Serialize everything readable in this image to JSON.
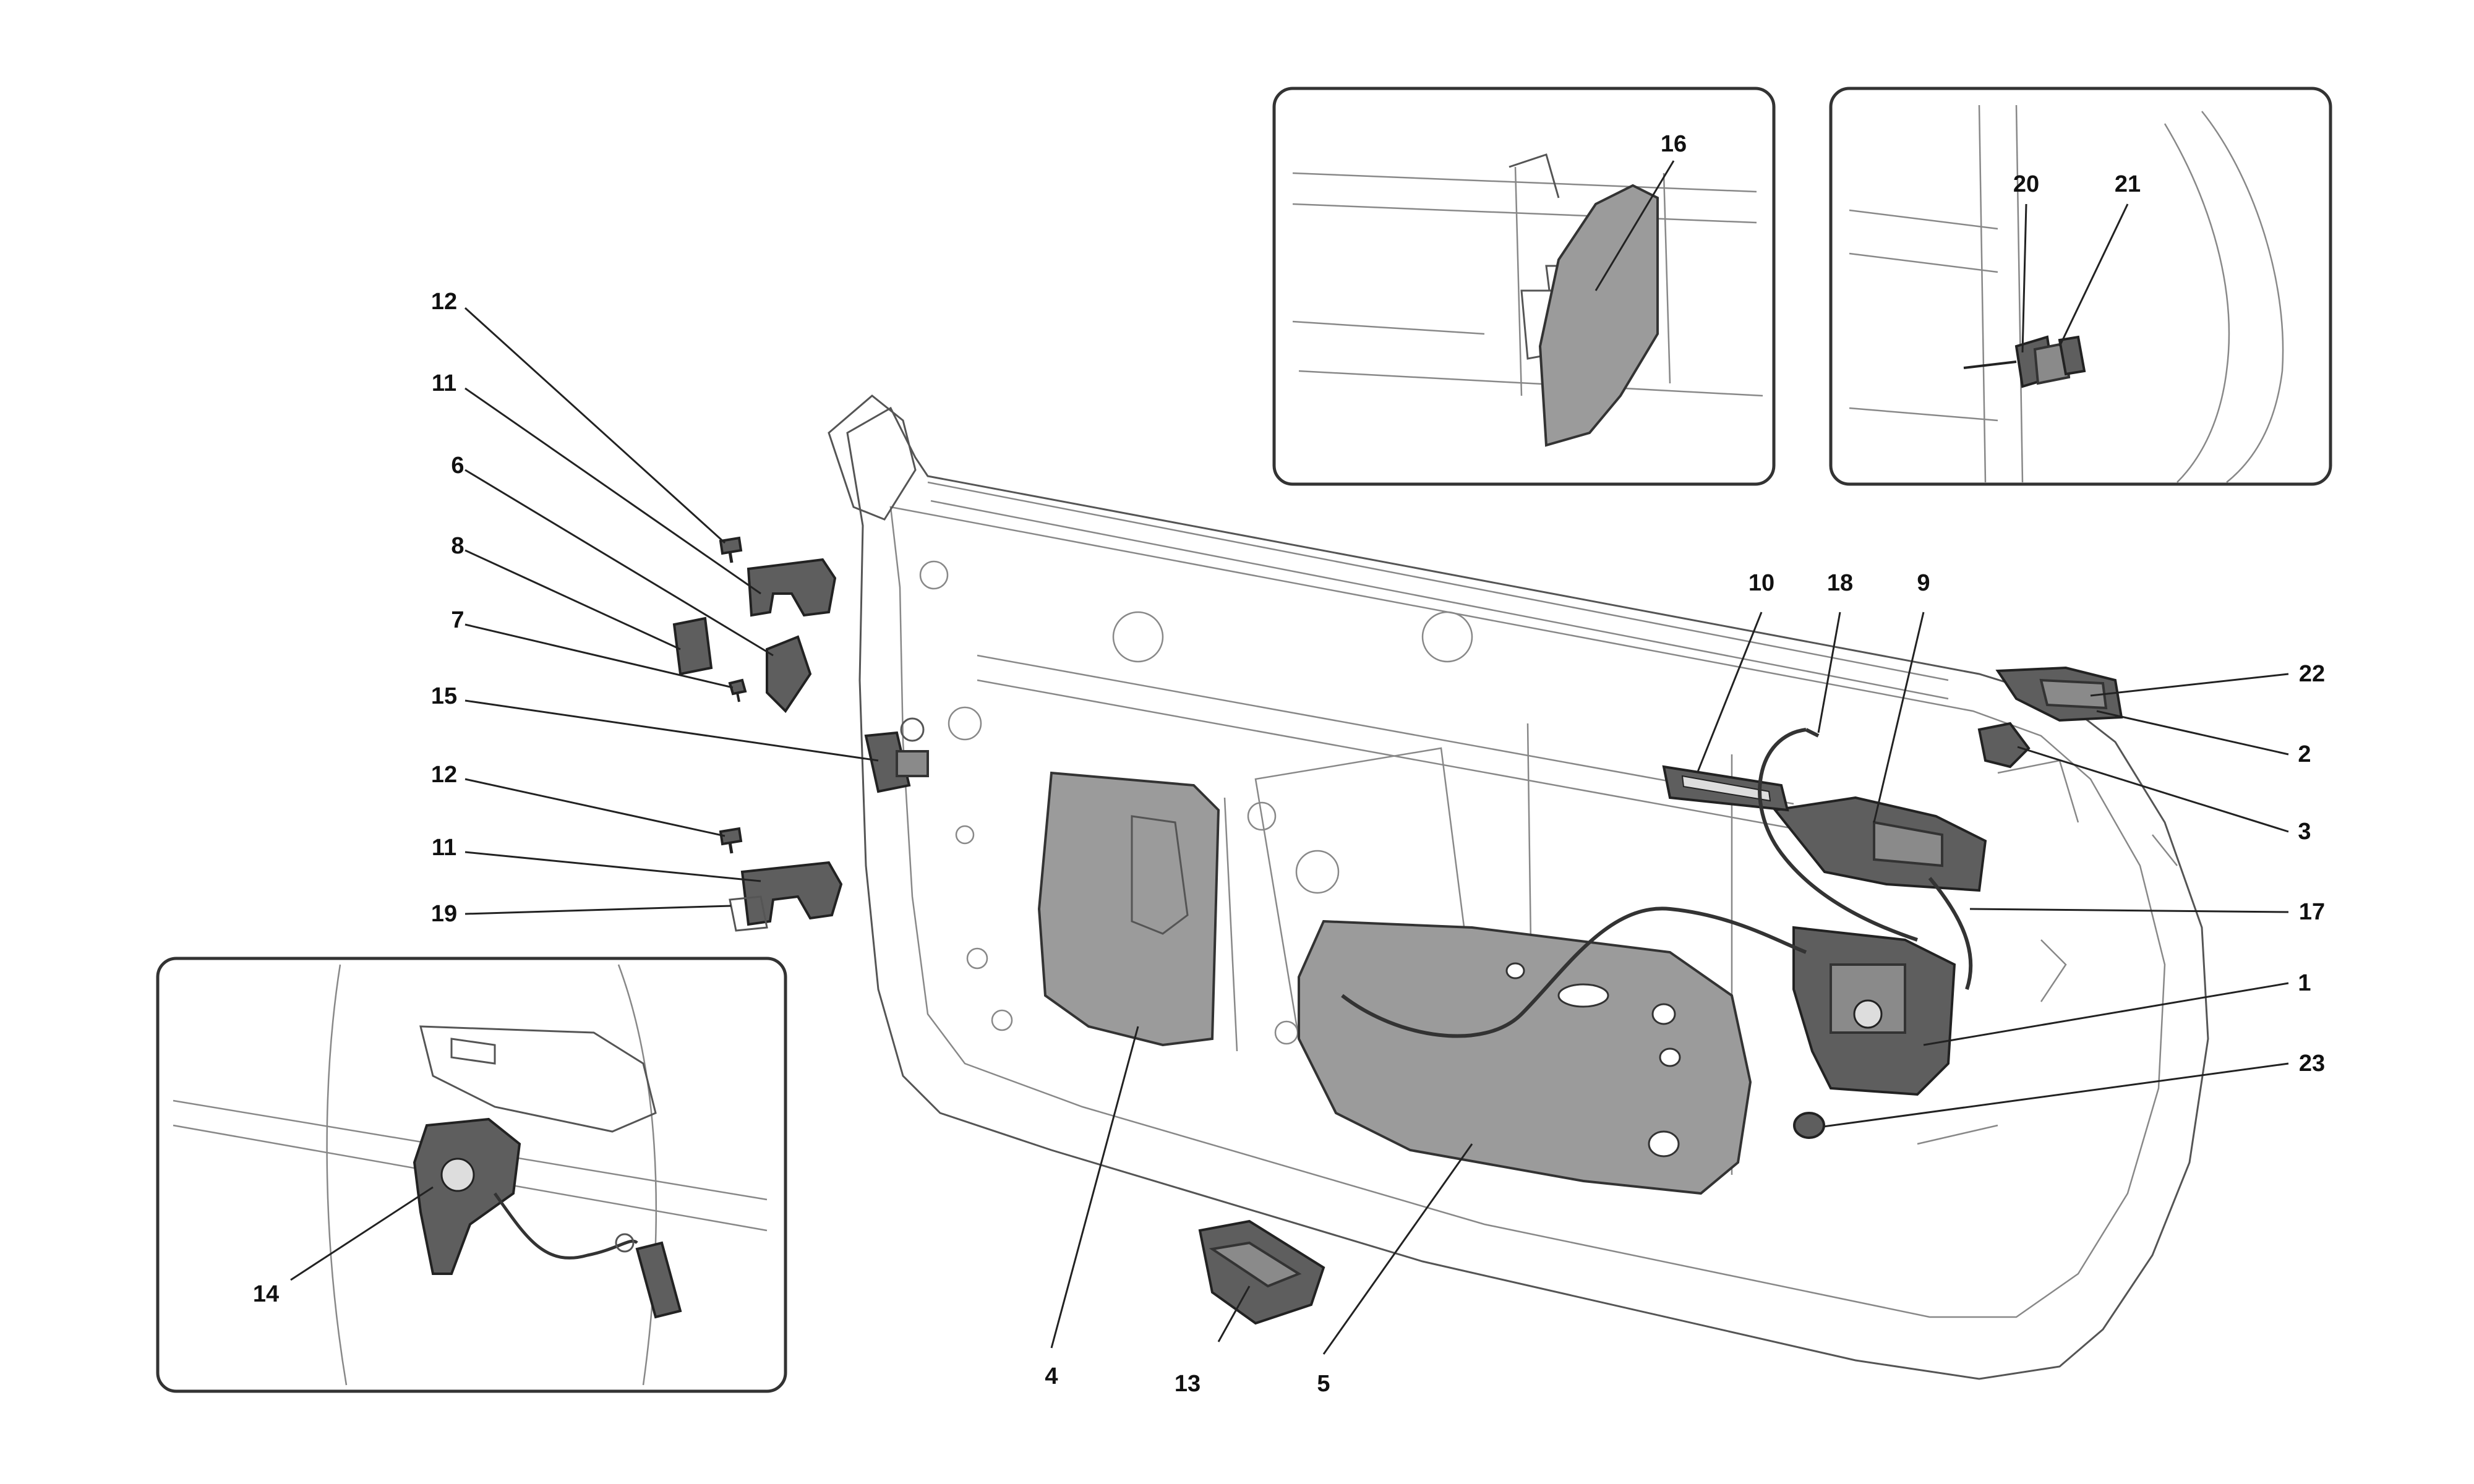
{
  "callouts": {
    "c1": "1",
    "c2": "2",
    "c3": "3",
    "c4": "4",
    "c5": "5",
    "c6": "6",
    "c7": "7",
    "c8": "8",
    "c9": "9",
    "c10": "10",
    "c11a": "11",
    "c11b": "11",
    "c12a": "12",
    "c12b": "12",
    "c13": "13",
    "c14": "14",
    "c15": "15",
    "c16": "16",
    "c17": "17",
    "c18": "18",
    "c19": "19",
    "c20": "20",
    "c21": "21",
    "c22": "22",
    "c23": "23"
  },
  "colors": {
    "line": "#222222",
    "part_fill": "#8a8a8a",
    "pad_fill": "#9b9b9b",
    "background": "#ffffff"
  }
}
